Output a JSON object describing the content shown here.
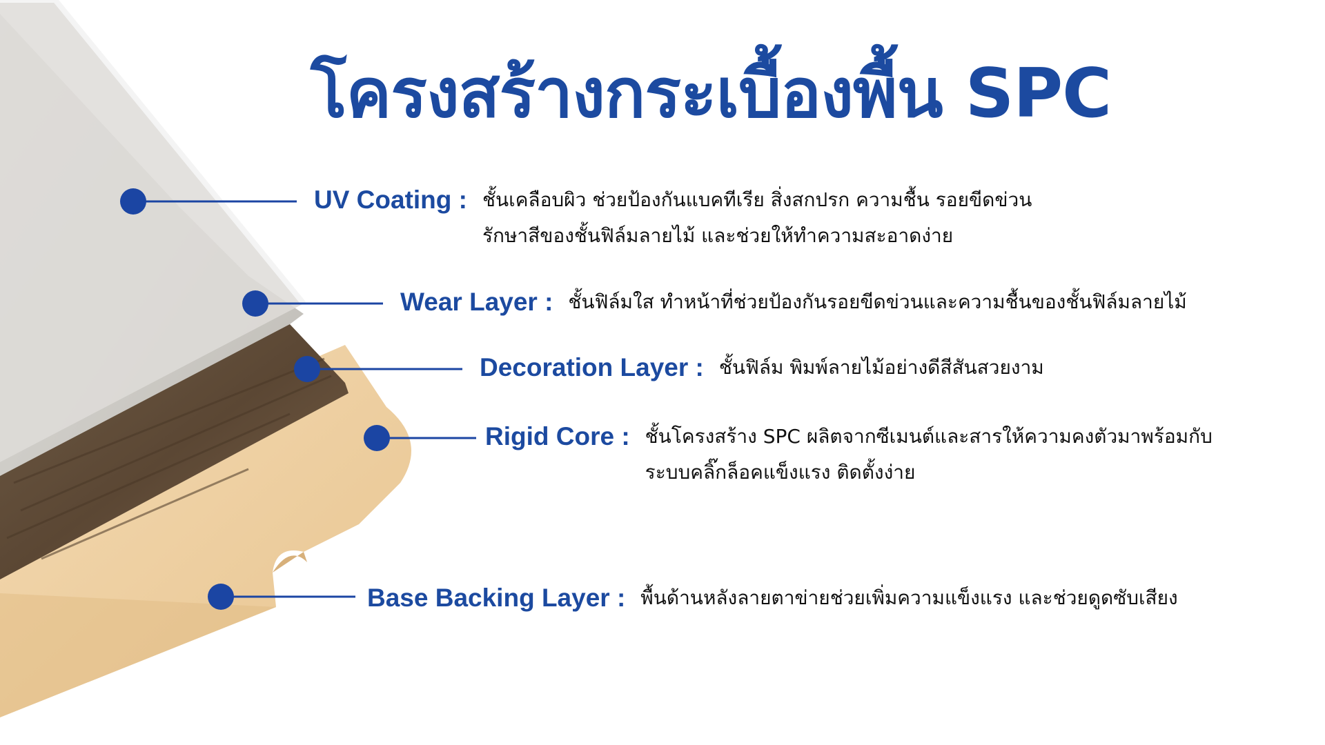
{
  "title": "โครงสร้างกระเบื้องพื้น SPC",
  "colors": {
    "accent": "#1c4aa0",
    "marker": "#1b45a3",
    "text": "#111111",
    "background": "#ffffff",
    "uv_coating": "#e6e7ea",
    "wear_layer": "#c8c7c2",
    "decoration_layer": "#6b5a45",
    "rigid_core": "#f0d3a8",
    "base_backing": "#e9c896"
  },
  "layers": [
    {
      "name": "UV Coating :",
      "description": [
        "ชั้นเคลือบผิว  ช่วยป้องกันแบคทีเรีย  สิ่งสกปรก  ความชื้น  รอยขีดข่วน",
        "รักษาสีของชั้นฟิล์มลายไม้ และช่วยให้ทำความสะอาดง่าย"
      ]
    },
    {
      "name": "Wear Layer :",
      "description": [
        "ชั้นฟิล์มใส  ทำหน้าที่ช่วยป้องกันรอยขีดข่วนและความชื้นของชั้นฟิล์มลายไม้"
      ]
    },
    {
      "name": "Decoration Layer :",
      "description": [
        "ชั้นฟิล์ม  พิมพ์ลายไม้อย่างดีสีสันสวยงาม"
      ]
    },
    {
      "name": "Rigid Core :",
      "description": [
        "ชั้นโครงสร้าง  SPC  ผลิตจากซีเมนต์และสารให้ความคงตัวมาพร้อมกับ",
        "ระบบคลิ๊กล็อคแข็งแรง  ติดตั้งง่าย"
      ]
    },
    {
      "name": "Base Backing Layer :",
      "description": [
        "พื้นด้านหลังลายตาข่ายช่วยเพิ่มความแข็งแรง  และช่วยดูดซับเสียง"
      ]
    }
  ]
}
